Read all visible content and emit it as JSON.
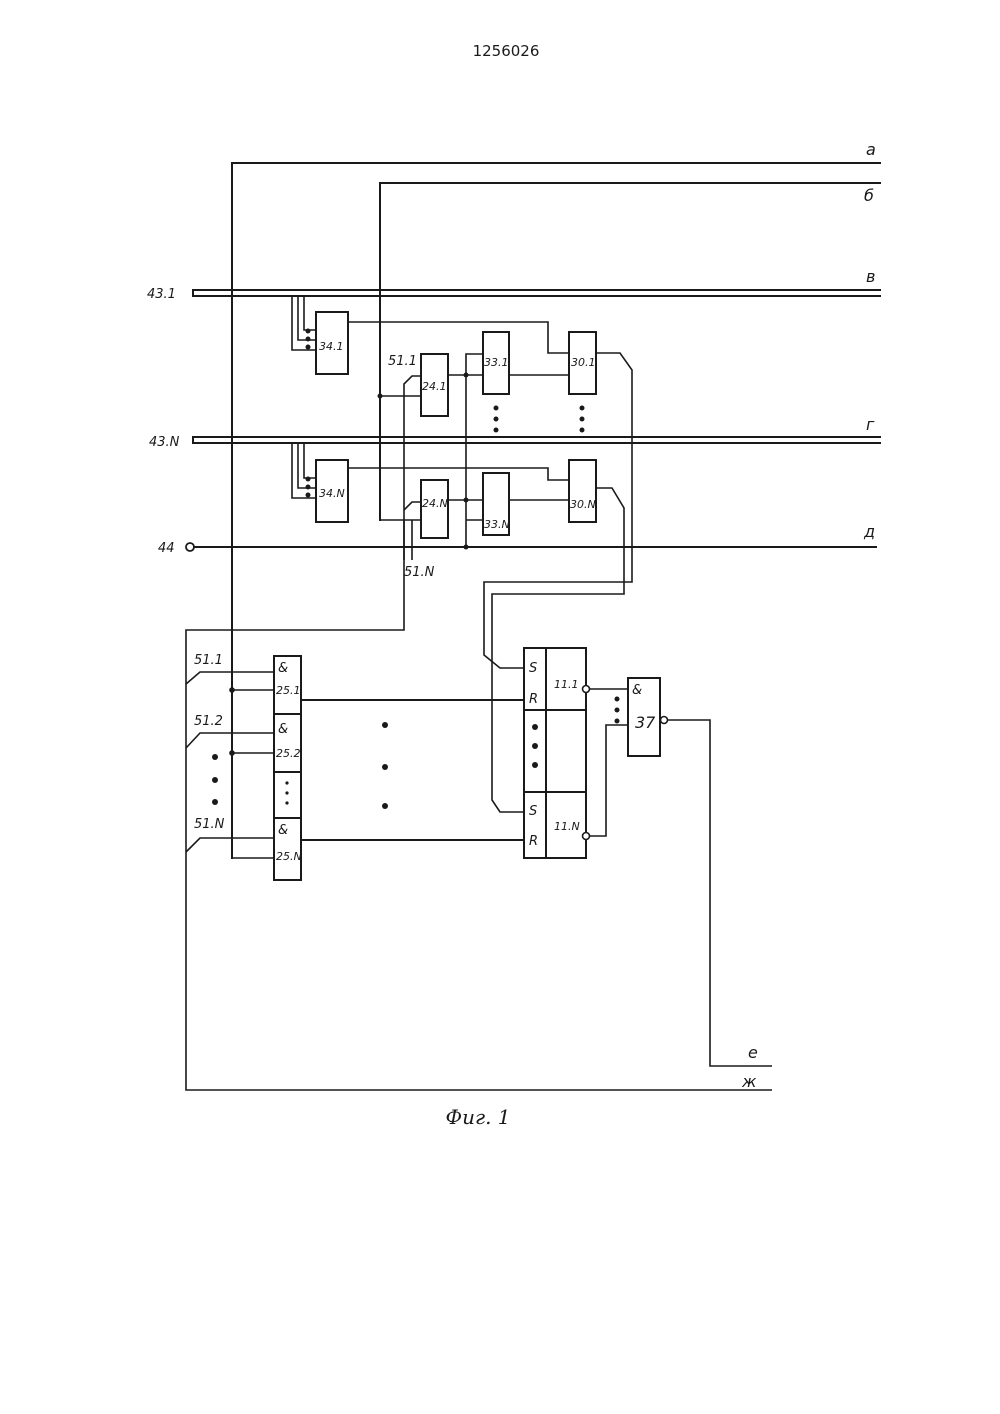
{
  "document": {
    "patent_number": "1256026",
    "caption": "Фиг. 1"
  },
  "buses": {
    "a": "а",
    "b": "б",
    "v": "в",
    "g": "г",
    "d": "д",
    "e": "е",
    "zh": "ж"
  },
  "inputs": {
    "in_43_1": "43.1",
    "in_43_N": "43.N",
    "in_44": "44"
  },
  "signals": {
    "s51_1_top": "51.1",
    "s51_N_top": "51.N",
    "s51_1": "51.1",
    "s51_2": "51.2",
    "s51_N": "51.N"
  },
  "blocks": {
    "b34_1": "34.1",
    "b34_N": "34.N",
    "b24_1": "24.1",
    "b24_N": "24.N",
    "b33_1": "33.1",
    "b33_N": "33.N",
    "b30_1": "30.1",
    "b30_N": "30.N",
    "and_sym": "&",
    "b25_1": "25.1",
    "b25_2": "25.2",
    "b25_N": "25.N",
    "b11_1": "11.1",
    "b11_N": "11.N",
    "b37": "37",
    "s_pin": "S",
    "r_pin": "R"
  }
}
